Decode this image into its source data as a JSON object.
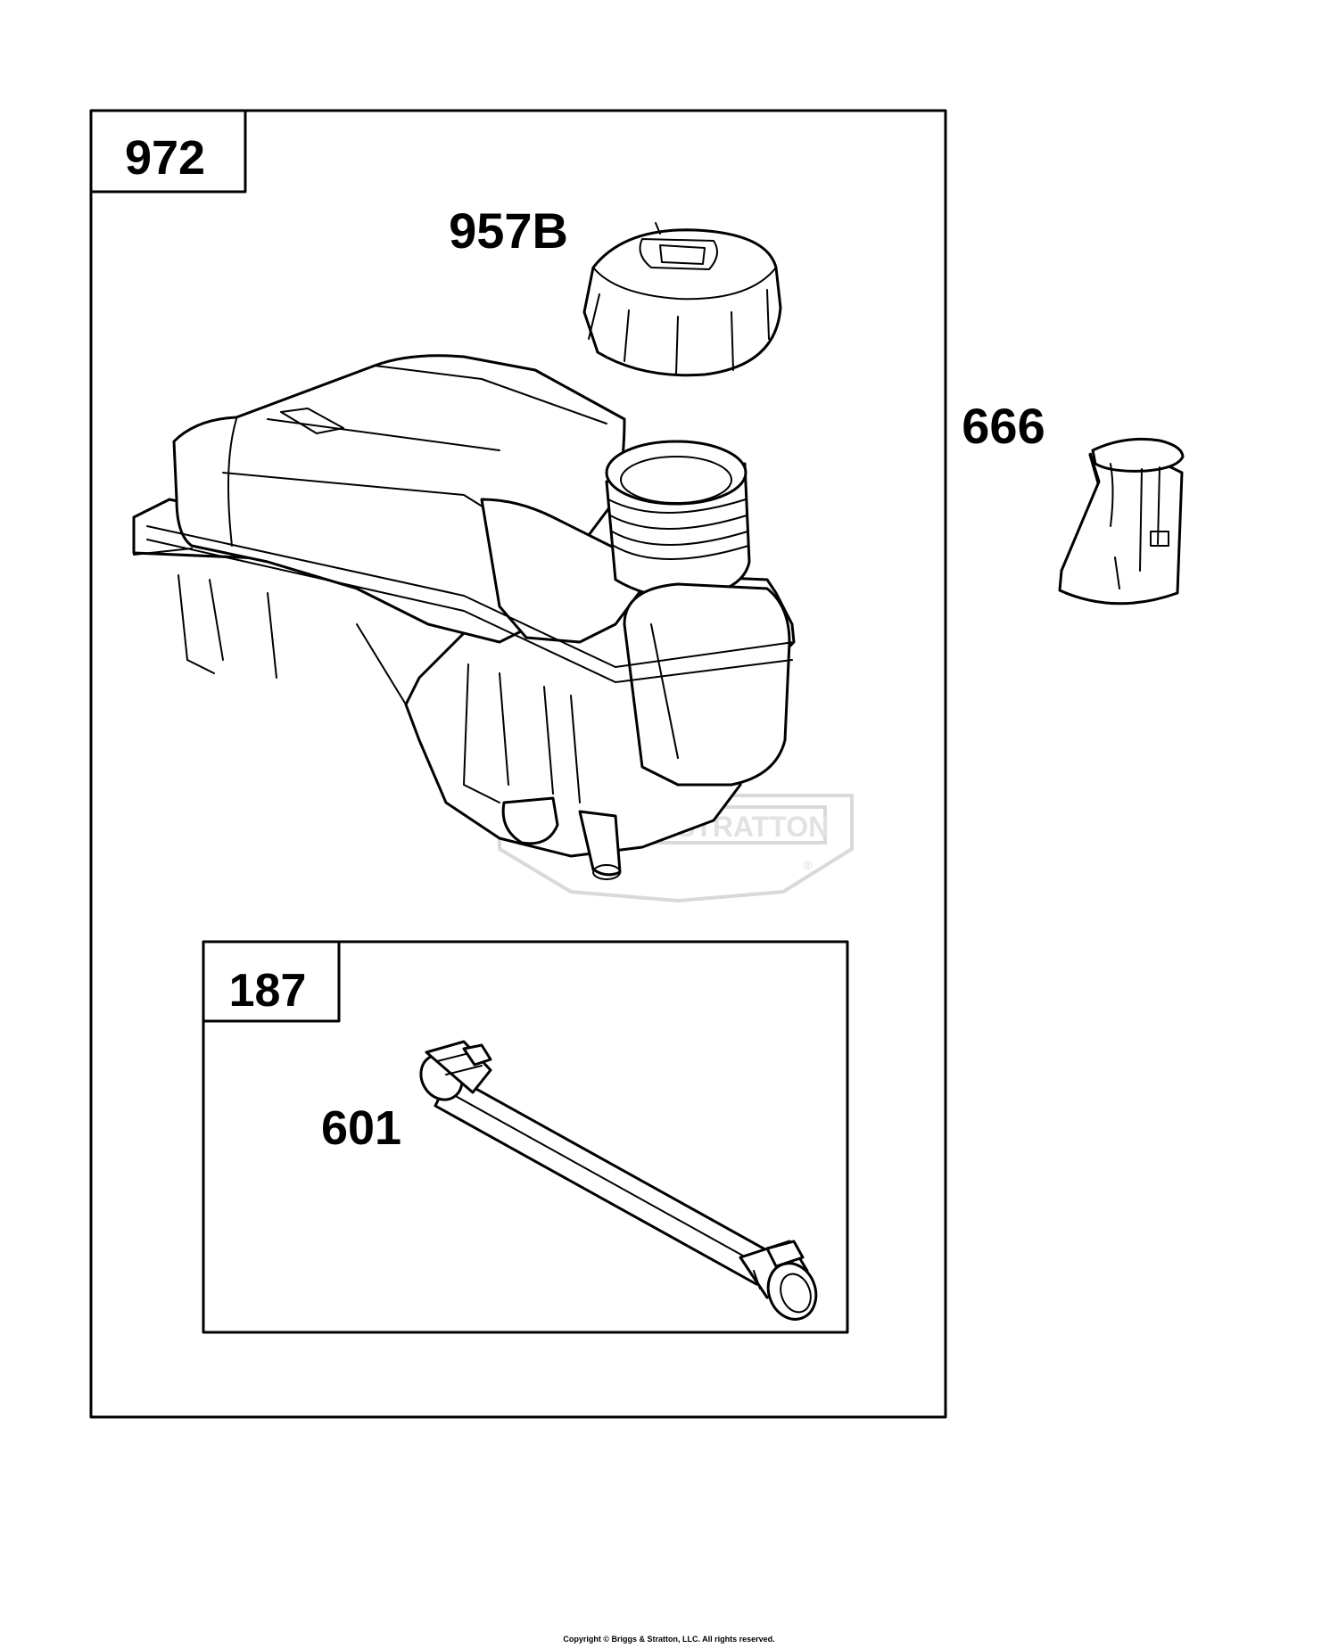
{
  "labels": {
    "kit_972": "972",
    "part_957B": "957B",
    "part_666": "666",
    "kit_187": "187",
    "part_601": "601"
  },
  "watermark": {
    "text": "BRIGGS & STRATTON",
    "registered": "®"
  },
  "copyright": "Copyright © Briggs & Stratton, LLC. All rights reserved."
}
